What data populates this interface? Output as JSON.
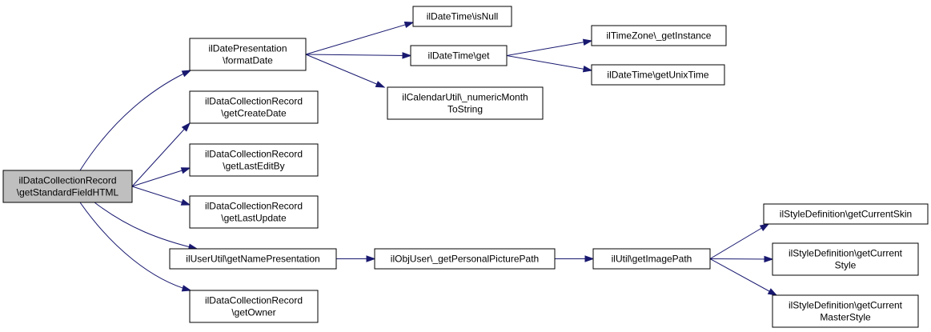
{
  "graph": {
    "nodes": {
      "root": [
        "ilDataCollectionRecord",
        "\\getStandardFieldHTML"
      ],
      "formatDate": [
        "ilDatePresentation",
        "\\formatDate"
      ],
      "isNull": [
        "ilDateTime\\isNull"
      ],
      "dtGet": [
        "ilDateTime\\get"
      ],
      "tzInstance": [
        "ilTimeZone\\_getInstance"
      ],
      "unixTime": [
        "ilDateTime\\getUnixTime"
      ],
      "numericMonth": [
        "ilCalendarUtil\\_numericMonth",
        "ToString"
      ],
      "createDate": [
        "ilDataCollectionRecord",
        "\\getCreateDate"
      ],
      "lastEditBy": [
        "ilDataCollectionRecord",
        "\\getLastEditBy"
      ],
      "lastUpdate": [
        "ilDataCollectionRecord",
        "\\getLastUpdate"
      ],
      "namePres": [
        "ilUserUtil\\getNamePresentation"
      ],
      "owner": [
        "ilDataCollectionRecord",
        "\\getOwner"
      ],
      "picturePath": [
        "ilObjUser\\_getPersonalPicturePath"
      ],
      "imagePath": [
        "ilUtil\\getImagePath"
      ],
      "curSkin": [
        "ilStyleDefinition\\getCurrentSkin"
      ],
      "curStyle": [
        "ilStyleDefinition\\getCurrent",
        "Style"
      ],
      "curMasterStyle": [
        "ilStyleDefinition\\getCurrent",
        "MasterStyle"
      ]
    },
    "edges": [
      [
        "root",
        "formatDate"
      ],
      [
        "root",
        "createDate"
      ],
      [
        "root",
        "lastEditBy"
      ],
      [
        "root",
        "lastUpdate"
      ],
      [
        "root",
        "namePres"
      ],
      [
        "root",
        "owner"
      ],
      [
        "formatDate",
        "isNull"
      ],
      [
        "formatDate",
        "dtGet"
      ],
      [
        "formatDate",
        "numericMonth"
      ],
      [
        "dtGet",
        "tzInstance"
      ],
      [
        "dtGet",
        "unixTime"
      ],
      [
        "namePres",
        "picturePath"
      ],
      [
        "picturePath",
        "imagePath"
      ],
      [
        "imagePath",
        "curSkin"
      ],
      [
        "imagePath",
        "curStyle"
      ],
      [
        "imagePath",
        "curMasterStyle"
      ]
    ]
  }
}
